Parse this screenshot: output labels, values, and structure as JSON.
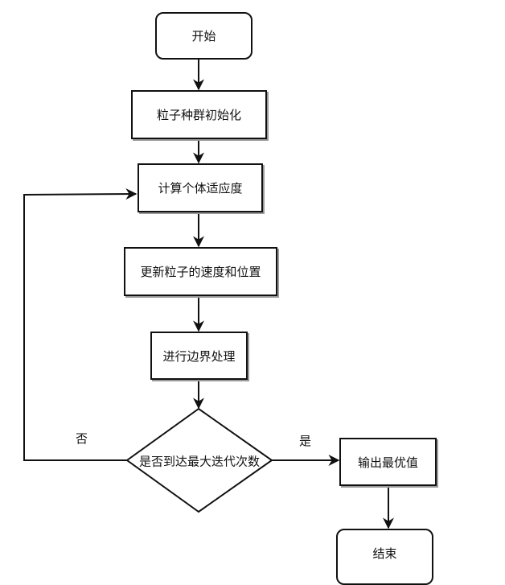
{
  "flowchart": {
    "nodes": {
      "start": {
        "label": "开始",
        "shape": "terminator"
      },
      "init": {
        "label": "粒子种群初始化",
        "shape": "process"
      },
      "fitness": {
        "label": "计算个体适应度",
        "shape": "process"
      },
      "update": {
        "label": "更新粒子的速度和位置",
        "shape": "process"
      },
      "boundary": {
        "label": "进行边界处理",
        "shape": "process"
      },
      "decision": {
        "label": "是否到达最大迭代次数",
        "shape": "decision"
      },
      "output": {
        "label": "输出最优值",
        "shape": "process"
      },
      "end": {
        "label": "结束",
        "shape": "terminator"
      }
    },
    "edges": [
      {
        "from": "start",
        "to": "init",
        "label": ""
      },
      {
        "from": "init",
        "to": "fitness",
        "label": ""
      },
      {
        "from": "fitness",
        "to": "update",
        "label": ""
      },
      {
        "from": "update",
        "to": "boundary",
        "label": ""
      },
      {
        "from": "boundary",
        "to": "decision",
        "label": ""
      },
      {
        "from": "decision",
        "to": "output",
        "label": "是"
      },
      {
        "from": "decision",
        "to": "fitness",
        "label": "否"
      },
      {
        "from": "output",
        "to": "end",
        "label": ""
      }
    ],
    "edge_labels": {
      "yes": "是",
      "no": "否"
    },
    "colors": {
      "stroke": "#111111",
      "shadow": "#9a9a9a",
      "background": "#ffffff"
    }
  }
}
